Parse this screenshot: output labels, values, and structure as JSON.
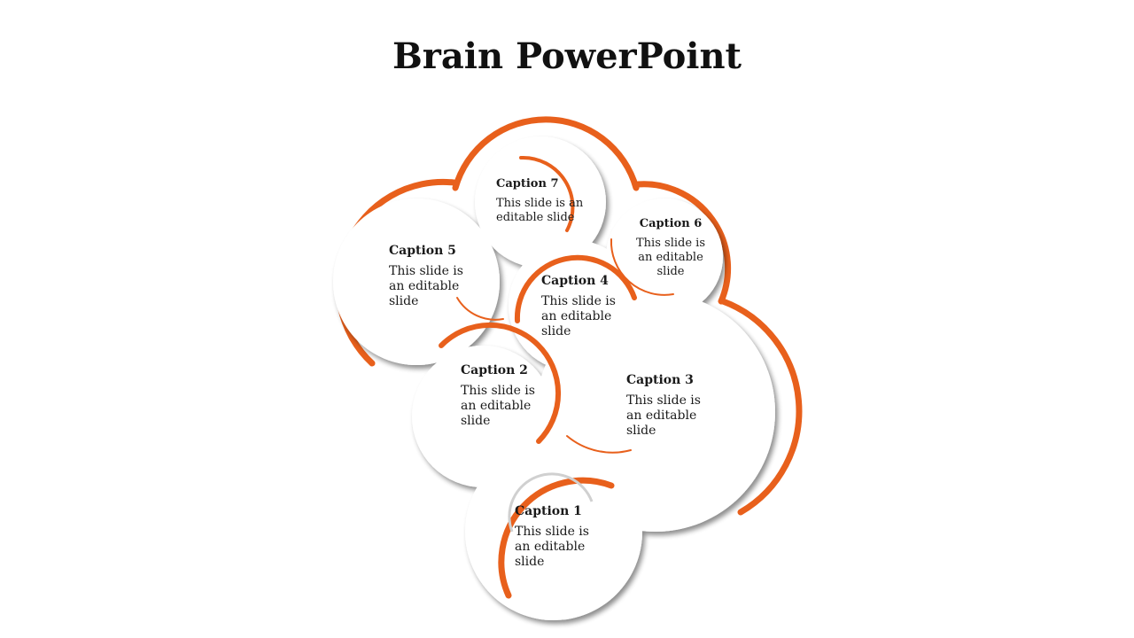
{
  "slide": {
    "title": "Brain PowerPoint",
    "accent_color": "#E8601C",
    "shadow_color": "#BDBDBD"
  },
  "captions": [
    {
      "id": 1,
      "heading": "Caption 1",
      "body": "This slide is an editable slide"
    },
    {
      "id": 2,
      "heading": "Caption 2",
      "body": "This slide is an editable slide"
    },
    {
      "id": 3,
      "heading": "Caption 3",
      "body": "This slide is an editable slide"
    },
    {
      "id": 4,
      "heading": "Caption 4",
      "body": "This slide is an editable slide"
    },
    {
      "id": 5,
      "heading": "Caption 5",
      "body": "This slide is an editable slide"
    },
    {
      "id": 6,
      "heading": "Caption 6",
      "body": "This slide is an editable slide"
    },
    {
      "id": 7,
      "heading": "Caption 7",
      "body": "This slide is an editable slide"
    }
  ]
}
